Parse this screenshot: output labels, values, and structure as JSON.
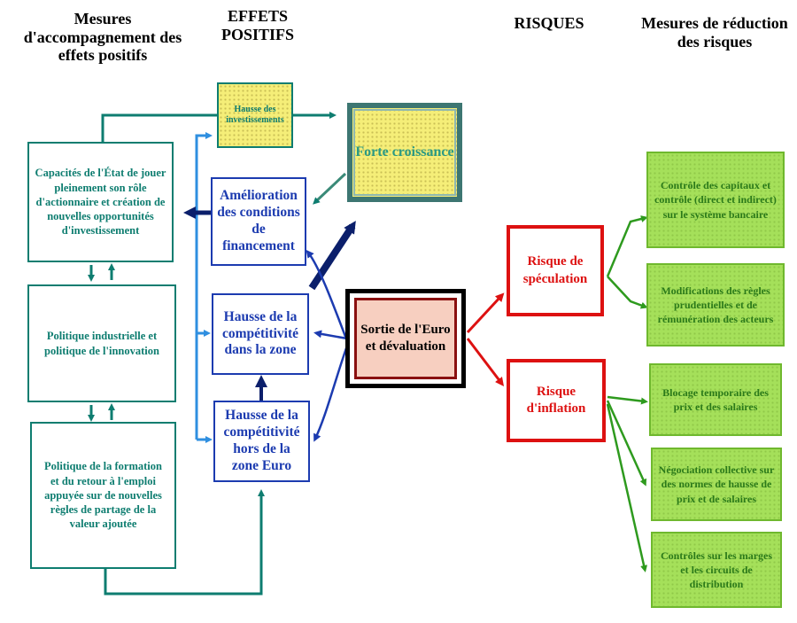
{
  "headers": {
    "accompagnement": "Mesures d'accompagnement des effets positifs",
    "effets": "EFFETS POSITIFS",
    "risques": "RISQUES",
    "reduction": "Mesures de réduction des risques"
  },
  "accompagnement": [
    "Capacités de l'État de jouer pleinement son rôle d'actionnaire et création de nouvelles opportunités d'investissement",
    "Politique industrielle et politique de l'innovation",
    "Politique de la formation et du retour à l'emploi appuyée sur de nouvelles règles de partage de la valeur ajoutée"
  ],
  "effets": {
    "investissements": "Hausse des investissements",
    "financement": "Amélioration des conditions de financement",
    "competitivite_zone": "Hausse de la compétitivité dans la zone",
    "competitivite_hors": "Hausse de la compétitivité hors de la zone Euro",
    "croissance": "Forte croissance"
  },
  "center": "Sortie de l'Euro et dévaluation",
  "risques": {
    "speculation": "Risque de spéculation",
    "inflation": "Risque d'inflation"
  },
  "reduction": [
    "Contrôle des capitaux et contrôle (direct et indirect) sur le système bancaire",
    "Modifications des règles prudentielles et de rémunération des acteurs",
    "Blocage temporaire des prix et des salaires",
    "Négociation collective sur des normes de hausse de prix et de salaires",
    "Contrôles sur les marges et les circuits de distribution"
  ],
  "colors": {
    "teal": "#0e7d70",
    "blue": "#1c3bb0",
    "navy": "#0b1f6b",
    "red": "#dd1111",
    "green": "#2e9a1e",
    "yellow": "#f5ee78"
  }
}
